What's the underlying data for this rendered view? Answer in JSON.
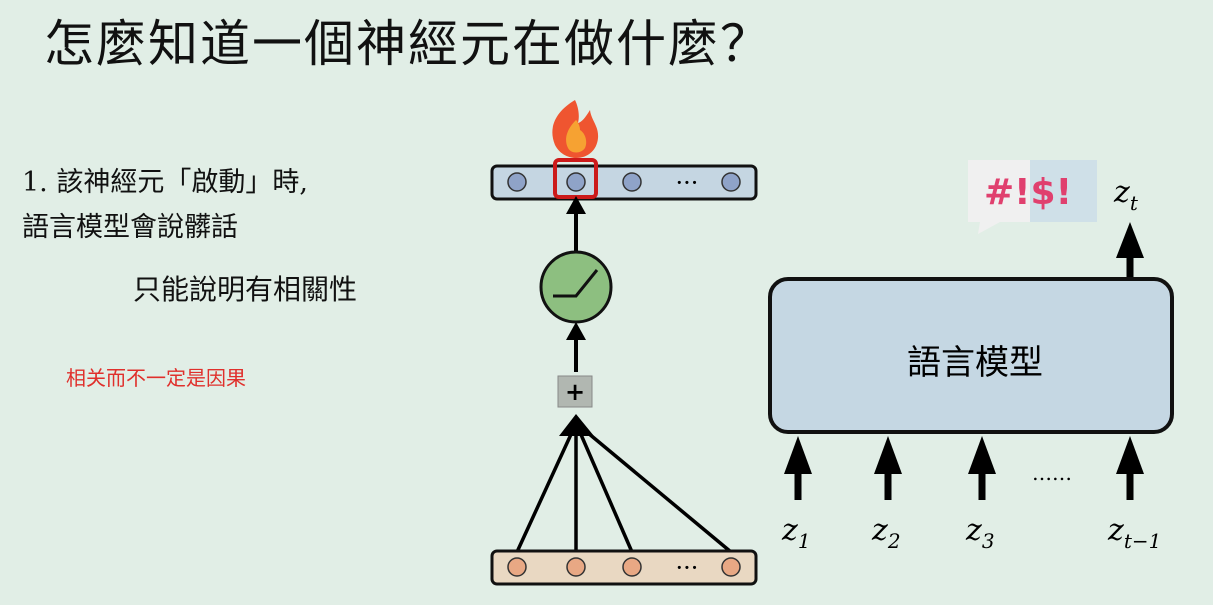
{
  "slide": {
    "title": "怎麼知道一個神經元在做什麼？",
    "point_line1": "1. 該神經元「啟動」時,",
    "point_line2": "語言模型會說髒話",
    "note": "只能說明有相關性",
    "aside": "相关而不一定是因果",
    "aside_color": "#e0302c"
  },
  "diagram": {
    "ellipsis_symbol": "···",
    "plus_symbol": "+",
    "model_label": "語言模型",
    "output_label": "zt",
    "input_labels": [
      "z1",
      "z2",
      "z3",
      "zt−1"
    ],
    "input_dots": "……",
    "bubble_text": "#!$!",
    "colors": {
      "accent": "#cc1a1a",
      "neuron_fill": "#8fa3c8",
      "input_neuron_fill": "#e8a884",
      "activation_fill": "#8dbf80",
      "model_fill": "#c5d7e3",
      "bubble_text": "#e0406e"
    },
    "icons": [
      "fire-icon",
      "speech-bubble-icon",
      "relu-activation-icon"
    ]
  }
}
